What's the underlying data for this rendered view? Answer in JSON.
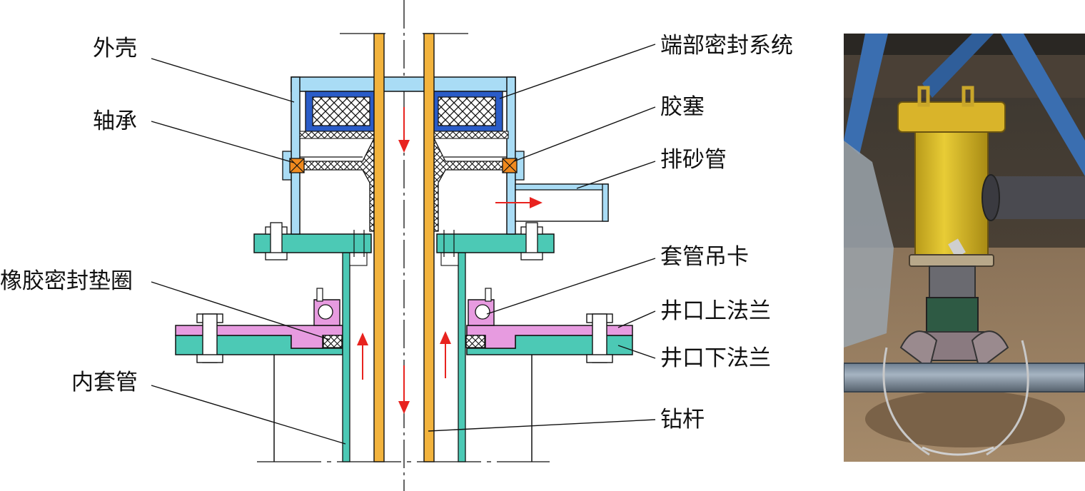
{
  "labels": {
    "waike": "外壳",
    "zhoucheng": "轴承",
    "xiangjiao": "橡胶密封垫圈",
    "neitaoguan": "内套管",
    "duanbu": "端部密封系统",
    "jiaosai": "胶塞",
    "paisha": "排砂管",
    "taoguan_diaoka": "套管吊卡",
    "jingkou_shang": "井口上法兰",
    "jingkou_xia": "井口下法兰",
    "zuangan": "钻杆"
  },
  "colors": {
    "housing": "#a9dcf5",
    "seal_frame": "#2a5cc8",
    "bearing": "#f08a1e",
    "drill_pipe": "#f2b33d",
    "cyan_part": "#4cc9b5",
    "magenta_flange": "#e79be0",
    "flow_arrow": "#e8231f",
    "outline": "#111111"
  },
  "photo": {
    "description_icon": "wellhead-photo"
  }
}
